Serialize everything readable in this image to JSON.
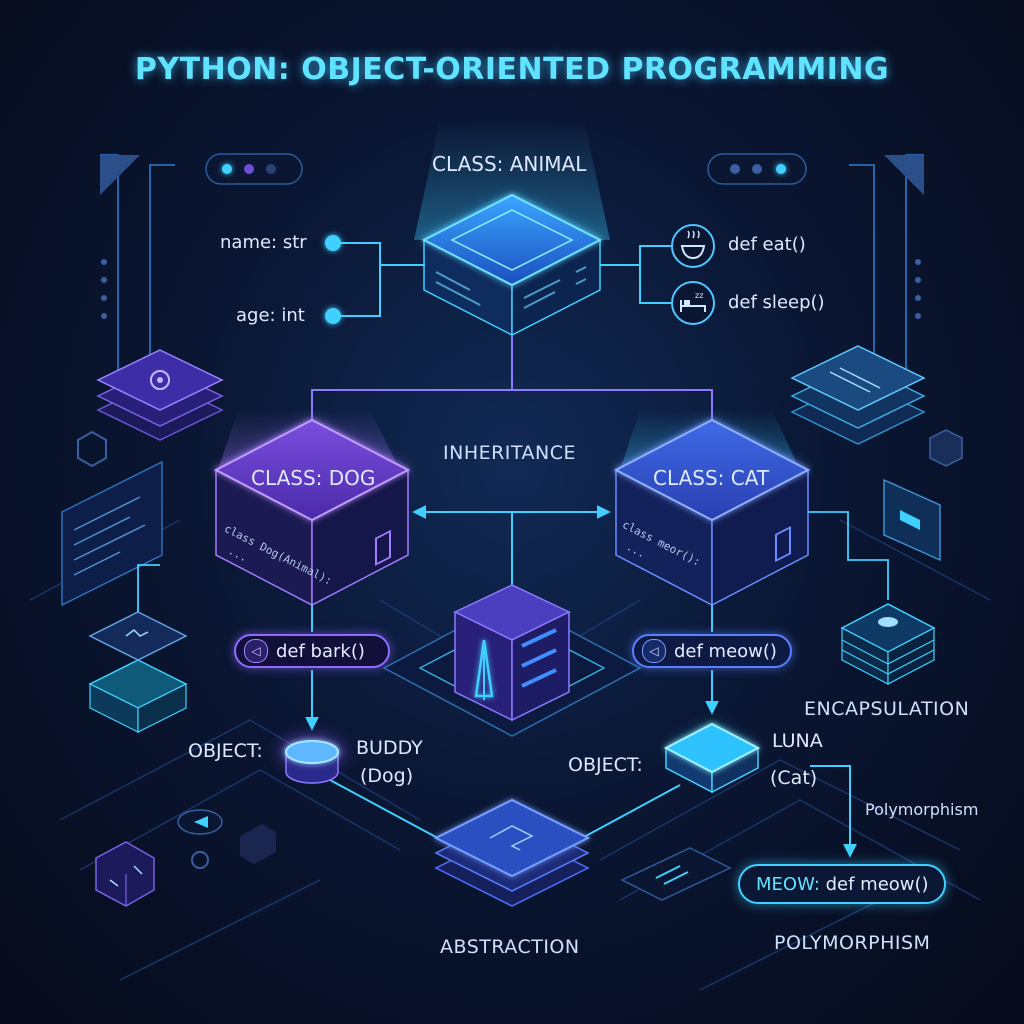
{
  "title": "PYTHON: OBJECT-ORIENTED PROGRAMMING",
  "classes": {
    "animal": "CLASS: ANIMAL",
    "dog": "CLASS: DOG",
    "cat": "CLASS: CAT"
  },
  "attributes": [
    "name: str",
    "age: int"
  ],
  "methods": [
    "def eat()",
    "def sleep()"
  ],
  "dog_code": [
    "class Dog(Animal):",
    "..."
  ],
  "cat_code": [
    "class meor():",
    "..."
  ],
  "dog_method": "def bark()",
  "cat_method": "def meow()",
  "concepts": {
    "inheritance": "INHERITANCE",
    "encapsulation": "ENCAPSULATION",
    "abstraction": "ABSTRACTION",
    "polymorphism": "POLYMORPHISM",
    "polymorphism_small": "Polymorphism"
  },
  "objects": {
    "prefix": "OBJECT:",
    "buddy_name": "BUDDY",
    "buddy_type": "(Dog)",
    "luna_name": "LUNA",
    "luna_type": "(Cat)"
  },
  "polymorph_method": {
    "highlight": "MEOW:",
    "rest": " def meow()"
  },
  "colors": {
    "accent": "#3fd0ff",
    "purple": "#9b6bff",
    "background": "#070d1f"
  }
}
